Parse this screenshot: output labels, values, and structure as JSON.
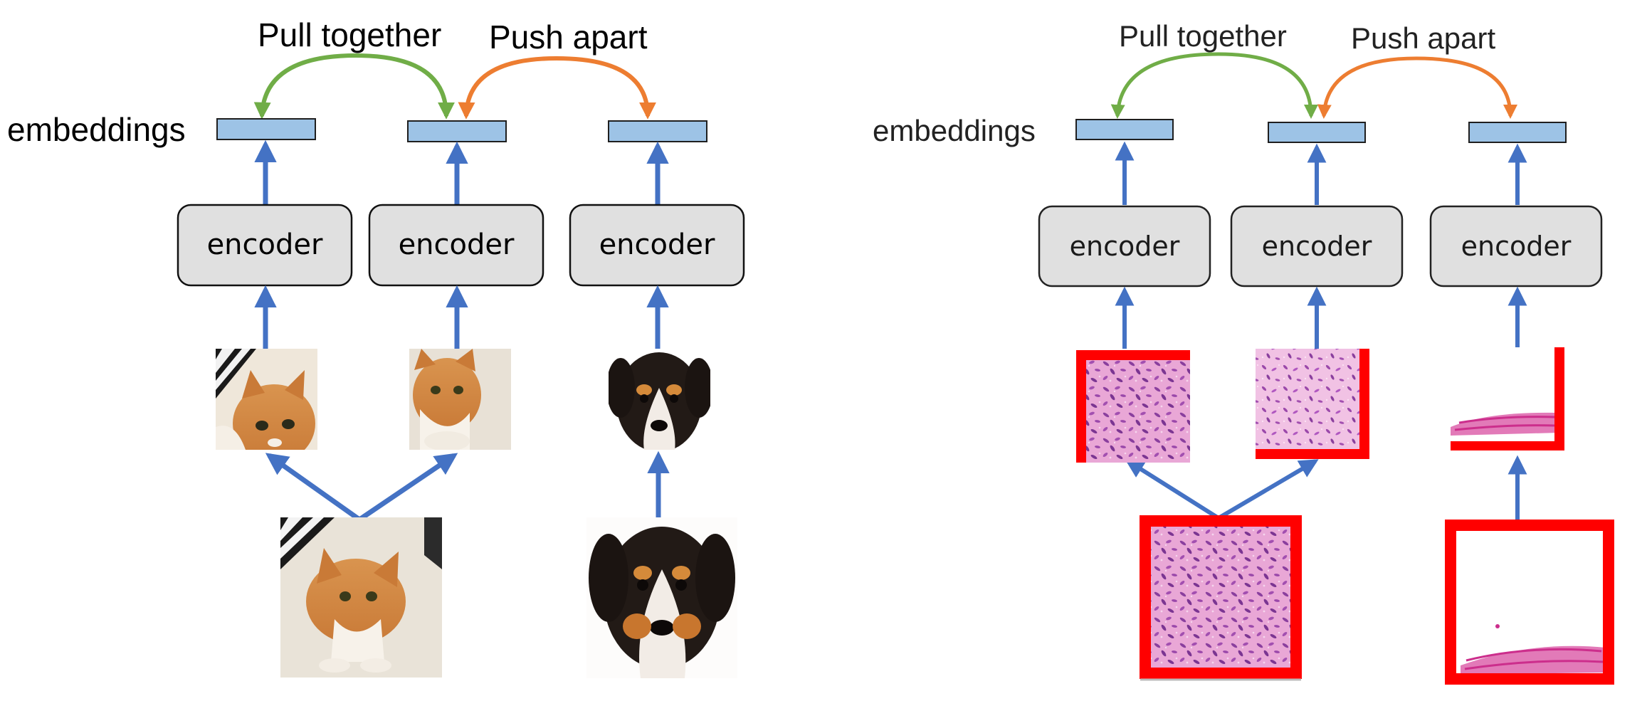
{
  "labels": {
    "pull": "Pull together",
    "push": "Push apart",
    "embeddings": "embeddings",
    "encoder": "encoder"
  },
  "colors": {
    "arrow_blue": "#4472c4",
    "pull_green": "#70ad47",
    "push_orange": "#ed7d31",
    "embedding_fill": "#9dc3e6",
    "embedding_stroke": "#1f1f1f",
    "encoder_fill": "#e0e0e0",
    "tile_frame_red": "#ff0000",
    "tissue_pink": "#e9a7d6",
    "tissue_purple": "#8a3f9e",
    "tissue_magenta": "#cc2e8c"
  },
  "panels": [
    {
      "name": "natural-images",
      "images": [
        "cat-crop-1",
        "cat-crop-2",
        "dog-crop",
        "cat-original",
        "dog-original"
      ]
    },
    {
      "name": "histology-images",
      "images": [
        "tissue-crop-1",
        "tissue-crop-2",
        "stroma-crop",
        "tissue-original",
        "stroma-original"
      ]
    }
  ]
}
